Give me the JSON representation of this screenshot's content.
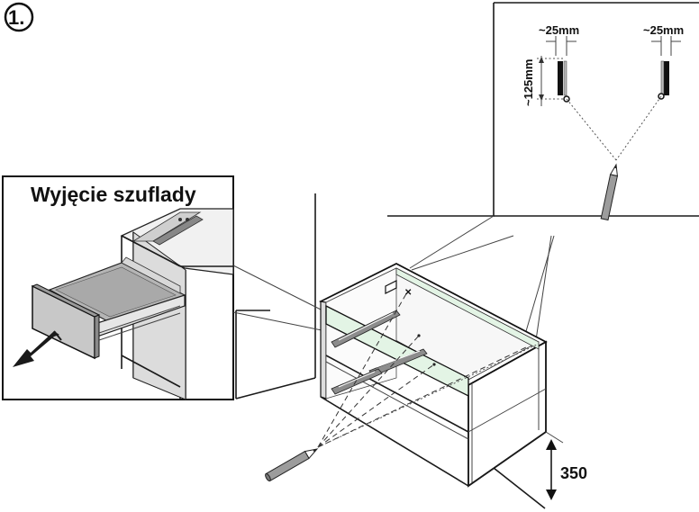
{
  "step_number": "1.",
  "inset_title": "Wyjęcie szuflady",
  "measurements": {
    "spacing_left": "~25mm",
    "spacing_right": "~25mm",
    "height": "~125mm",
    "mount_height": "350"
  },
  "icons": [
    "pencil-icon",
    "arrow-icon"
  ]
}
